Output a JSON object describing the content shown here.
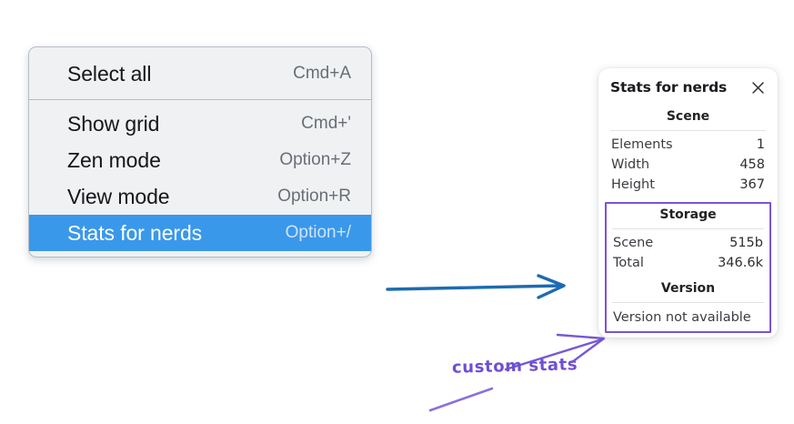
{
  "context_menu": {
    "groups": [
      {
        "items": [
          {
            "label": "Select all",
            "shortcut": "Cmd+A",
            "selected": false
          }
        ]
      },
      {
        "items": [
          {
            "label": "Show grid",
            "shortcut": "Cmd+'",
            "selected": false
          },
          {
            "label": "Zen mode",
            "shortcut": "Option+Z",
            "selected": false
          },
          {
            "label": "View mode",
            "shortcut": "Option+R",
            "selected": false
          },
          {
            "label": "Stats for nerds",
            "shortcut": "Option+/",
            "selected": true
          }
        ]
      }
    ],
    "highlight_color": "#3a98ea"
  },
  "stats_panel": {
    "title": "Stats for nerds",
    "close_icon": "close-icon",
    "scene": {
      "heading": "Scene",
      "rows": [
        {
          "key": "Elements",
          "value": "1"
        },
        {
          "key": "Width",
          "value": "458"
        },
        {
          "key": "Height",
          "value": "367"
        }
      ]
    },
    "storage": {
      "heading": "Storage",
      "rows": [
        {
          "key": "Scene",
          "value": "515b"
        },
        {
          "key": "Total",
          "value": "346.6k"
        }
      ]
    },
    "version": {
      "heading": "Version",
      "text": "Version not available"
    },
    "highlight_border_color": "#7b53d6"
  },
  "annotations": {
    "label": "custom stats",
    "label_color": "#6f4fd3",
    "blue_arrow_color": "#1d6bb0"
  }
}
